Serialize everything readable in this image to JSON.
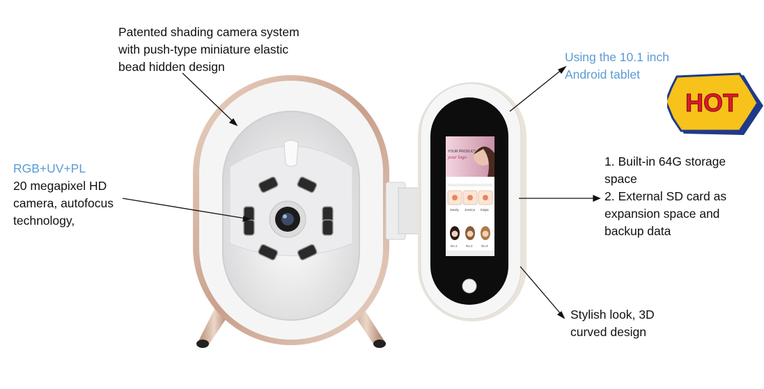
{
  "annotations": {
    "shading_camera": "Patented shading camera system\nwith push-type miniature elastic\nbead hidden design",
    "tablet": "Using the 10.1 inch\nAndroid tablet",
    "camera_spec_heading": "RGB+UV+PL",
    "camera_spec_body": "20 megapixel HD\ncamera, autofocus\ntechnology,",
    "storage": "1. Built-in 64G storage\nspace\n2. External SD card as\nexpansion space and\nbackup data",
    "design": "Stylish look, 3D\ncurved design"
  },
  "badge": {
    "text": "HOT",
    "colors": {
      "fill": "#f7c21a",
      "text": "#e0182b",
      "outline": "#1f3a8a"
    }
  },
  "screen": {
    "banner_line1": "YOUR PRODUCT",
    "banner_line2": "your logo",
    "profiles": [
      "Sandy",
      "Jessica",
      "Edgar"
    ],
    "slots": [
      "No.1",
      "No.2",
      "No.3"
    ]
  },
  "colors": {
    "annotation_blue": "#5b9bd5",
    "rose_gold": "#d9b8a4",
    "shell": "#f4f4f4"
  }
}
